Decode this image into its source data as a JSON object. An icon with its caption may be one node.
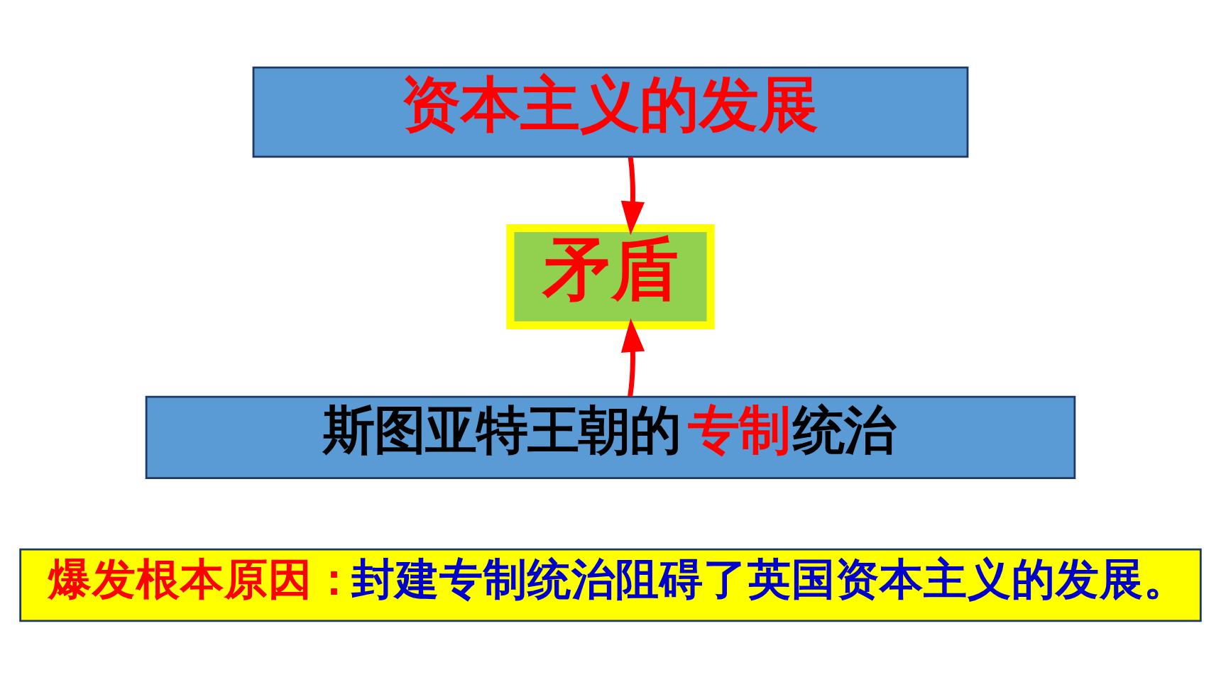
{
  "diagram": {
    "nodes": [
      {
        "text": [
          "资本主义的发展"
        ]
      },
      {
        "text": [
          "矛盾"
        ]
      },
      {
        "text": [
          "斯图亚特王朝的**专制**统治"
        ]
      },
      {
        "text": [
          "**爆发根本原因：**封建专制统治阻碍了英国资本主义的发展。"
        ]
      }
    ],
    "edges": [
      {
        "from": 0,
        "to": 1,
        "arrow": "to"
      },
      {
        "from": 2,
        "to": 1,
        "arrow": "to"
      }
    ]
  }
}
